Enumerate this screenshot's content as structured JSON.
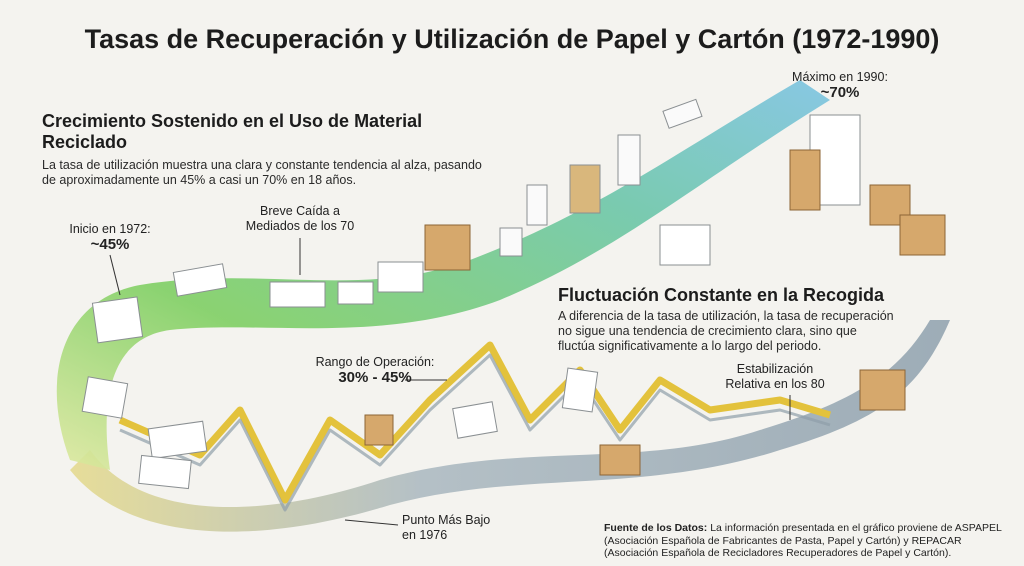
{
  "title": "Tasas de Recuperación y Utilización de Papel y Cartón (1972-1990)",
  "utilization": {
    "heading": "Crecimiento Sostenido en el Uso de Material Reciclado",
    "text_line1": "La tasa de utilización muestra una clara y constante tendencia al alza, pasando",
    "text_line2": "de aproximadamente un 45% a casi un 70% en 18 años."
  },
  "recovery": {
    "heading": "Fluctuación Constante en la Recogida",
    "text_line1": "A diferencia de la tasa de utilización, la tasa de recuperación",
    "text_line2": "no sigue una tendencia de crecimiento clara, sino que",
    "text_line3": "fluctúa significativamente a lo largo del periodo."
  },
  "callouts": {
    "max_label": "Máximo en 1990:",
    "max_value": "~70%",
    "start_label": "Inicio en 1972:",
    "start_value": "~45%",
    "dip_line1": "Breve Caída a",
    "dip_line2": "Mediados de los 70",
    "range_label": "Rango de Operación:",
    "range_value": "30% - 45%",
    "stab_line1": "Estabilización",
    "stab_line2": "Relativa en los 80",
    "low_line1": "Punto Más Bajo",
    "low_line2": "en 1976"
  },
  "source": {
    "label": "Fuente de los Datos:",
    "text": "La información presentada en el gráfico proviene de ASPAPEL (Asociación Española de Fabricantes de Pasta, Papel y Cartón) y REPACAR (Asociación Española de Recicladores Recuperadores de Papel y Cartón)."
  },
  "colors": {
    "ribbon_green": "#7ccf5a",
    "ribbon_blue": "#5fb6d6",
    "ribbon_gray": "#9aa9b3",
    "zigzag_yellow": "#e5c23a"
  }
}
